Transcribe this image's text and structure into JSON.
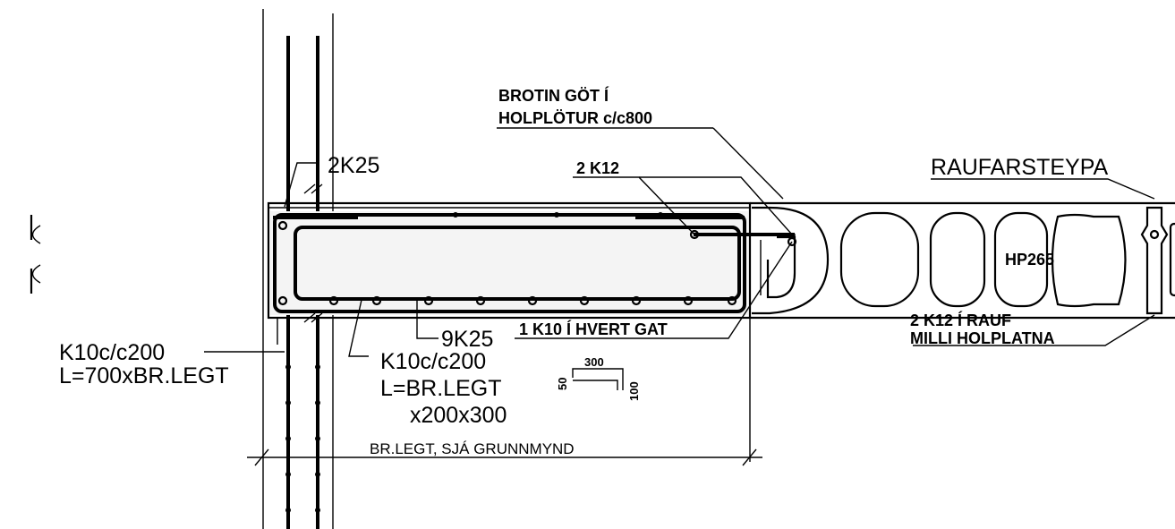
{
  "labels": {
    "k25_top": "2K25",
    "brotin_1": "BROTIN GÖT Í",
    "brotin_2": "HOLPLÖTUR c/c800",
    "k12_top": "2 K12",
    "raufarsteypa": "RAUFARSTEYPA",
    "hp265": "HP265",
    "k12_rauf_1": "2 K12 Í RAUF",
    "k12_rauf_2": "MILLI HOLPLATNA",
    "k25_bottom": "9K25",
    "k10_gat": "1 K10 Í HVERT GAT",
    "left_k10_1": "K10c/c200",
    "left_k10_2": "L=700xBR.LEGT",
    "mid_k10_1": "K10c/c200",
    "mid_k10_2": "L=BR.LEGT",
    "mid_k10_3": "x200x300",
    "bend_300": "300",
    "bend_50": "50",
    "bend_100": "100",
    "dimension": "BR.LEGT, SJÁ GRUNNMYND"
  }
}
